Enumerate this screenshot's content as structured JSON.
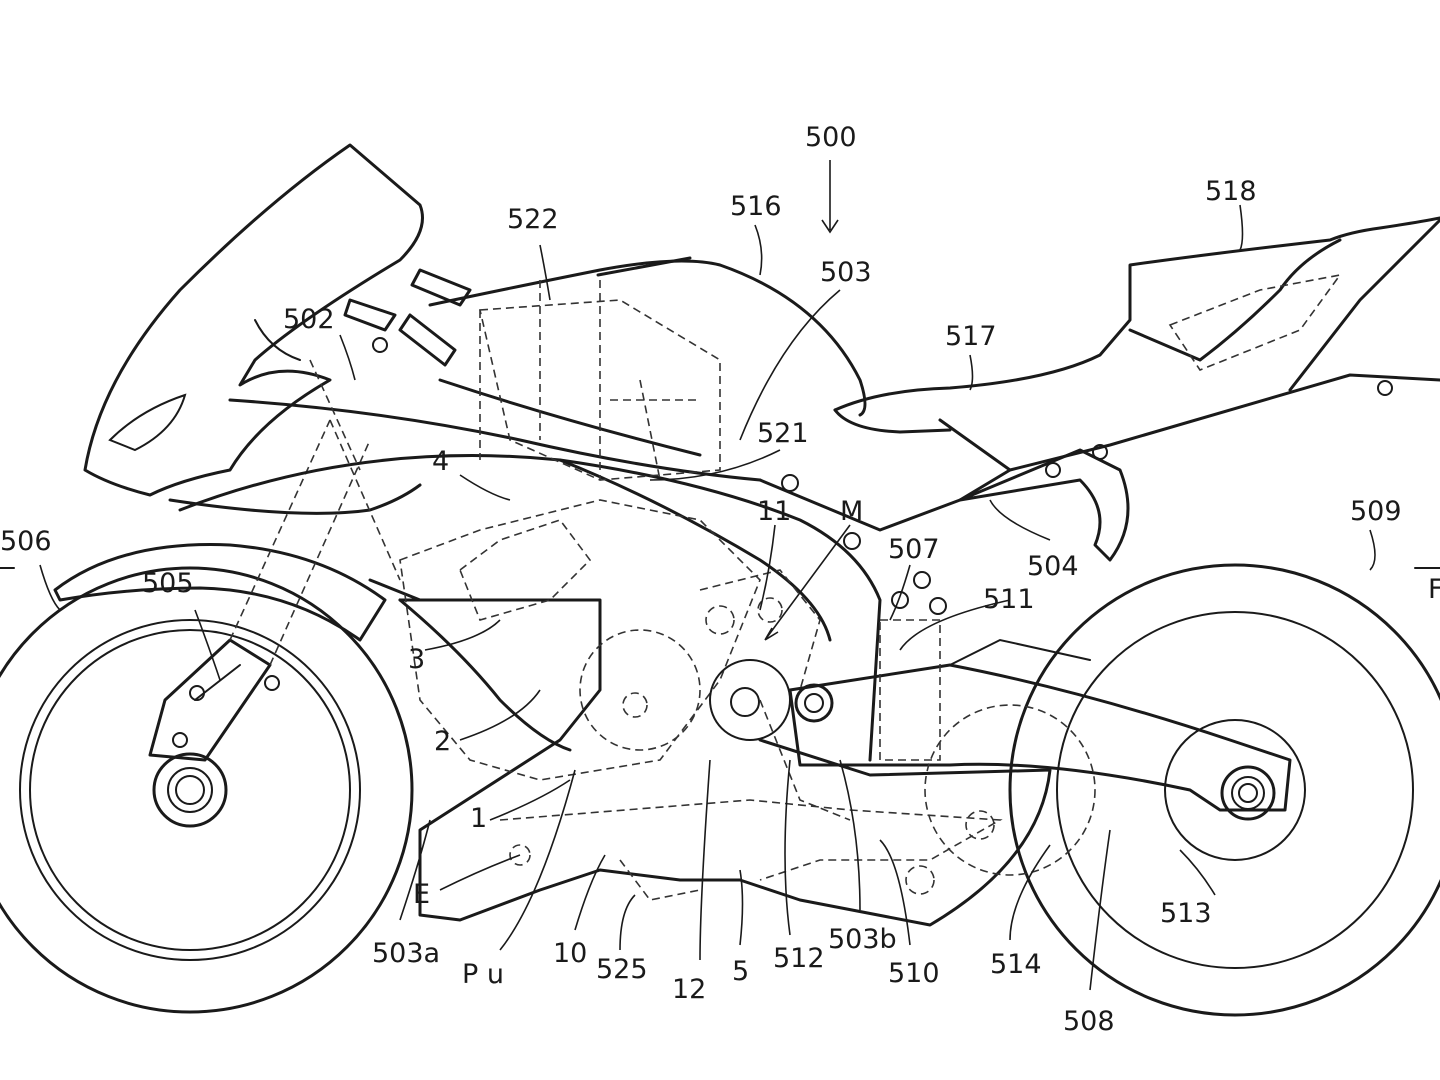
{
  "figure": {
    "labels": {
      "l500": "500",
      "l516": "516",
      "l518": "518",
      "l522": "522",
      "l503": "503",
      "l502": "502",
      "l517": "517",
      "l521": "521",
      "l4": "4",
      "l11": "11",
      "lM": "M",
      "l509": "509",
      "l506": "506",
      "l507": "507",
      "l504": "504",
      "l505": "505",
      "l511": "511",
      "l3": "3",
      "l2": "2",
      "l1": "1",
      "lE": "E",
      "l503a": "503a",
      "lPu": "P u",
      "l10": "10",
      "l525": "525",
      "l12": "12",
      "l5": "5",
      "l512": "512",
      "l503b": "503b",
      "l510": "510",
      "l514": "514",
      "l513": "513",
      "l508": "508",
      "lRcut": "F"
    }
  }
}
